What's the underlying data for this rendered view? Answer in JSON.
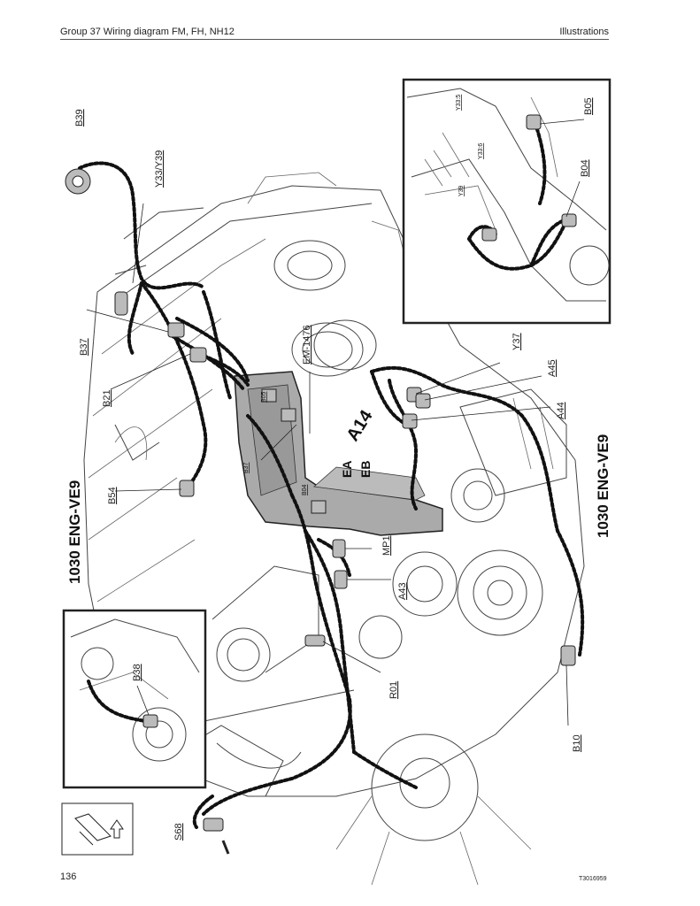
{
  "header": {
    "left": "Group 37 Wiring diagram FM, FH, NH12",
    "right": "Illustrations"
  },
  "footer": {
    "page_number": "136",
    "doc_id": "T3016959"
  },
  "diagram": {
    "title_left": "1030  ENG-VE9",
    "title_right": "1030  ENG-VE9",
    "ecu_label": "A14",
    "ecu_sub_labels": [
      "EA",
      "EB"
    ],
    "labels": {
      "b39": "B39",
      "y33_y39": "Y33/Y39",
      "b37": "B37",
      "b21": "B21",
      "b54": "B54",
      "em1476": "EM-1476",
      "y37": "Y37",
      "a45": "A45",
      "a44": "A44",
      "mp1": "MP1",
      "a43": "A43",
      "r01": "R01",
      "b10": "B10",
      "s68": "S68",
      "b38": "B38"
    },
    "ecu_small_labels": [
      "B05",
      "B37",
      "B04"
    ],
    "inset_top_labels": [
      "Y33:5",
      "Y33:6",
      "Y39",
      "B05",
      "B04"
    ]
  }
}
